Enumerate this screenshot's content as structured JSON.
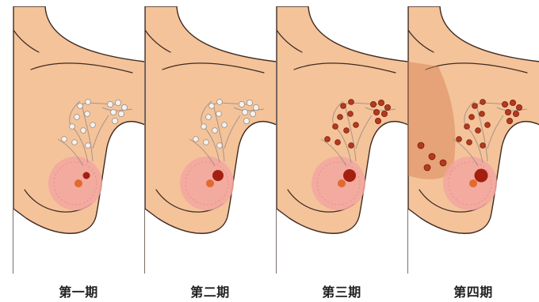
{
  "stages": [
    {
      "label": "第一期",
      "stage": 1
    },
    {
      "label": "第二期",
      "stage": 2
    },
    {
      "label": "第三期",
      "stage": 3
    },
    {
      "label": "第四期",
      "stage": 4
    }
  ],
  "colors": {
    "skin": "#F4C39A",
    "outline": "#3E2A22",
    "areola": "#F2A6A0",
    "node_white": "#F5F1EE",
    "node_red": "#B33A1F",
    "tumor_dark": "#A31F10",
    "tumor_orange": "#E16A2F",
    "spread_overlay": "#D98356"
  }
}
